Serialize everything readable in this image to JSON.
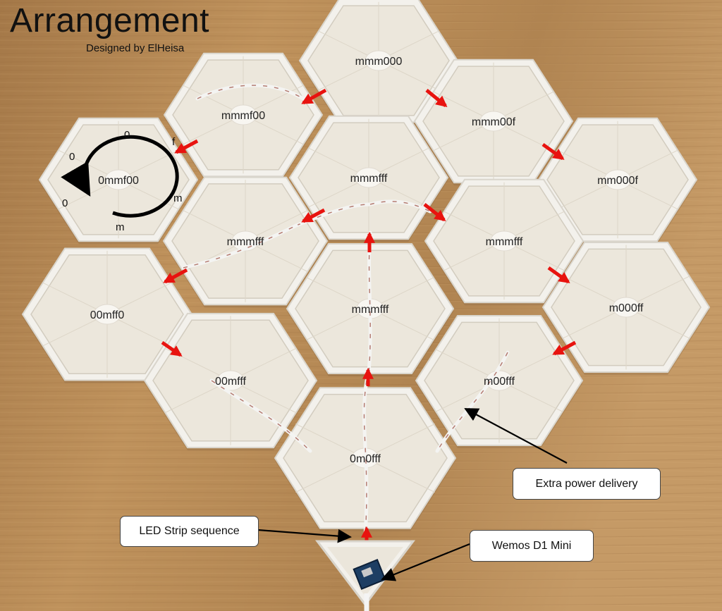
{
  "title": "Arrangement",
  "subtitle": "Designed by ElHeisa",
  "hexes": [
    {
      "id": "top",
      "label": "mmm000"
    },
    {
      "id": "upper-left",
      "label": "mmmf00"
    },
    {
      "id": "left-top",
      "label": "0mmf00"
    },
    {
      "id": "upper-right",
      "label": "mmm00f"
    },
    {
      "id": "right-top",
      "label": "mm000f"
    },
    {
      "id": "center-top",
      "label": "mmmfff"
    },
    {
      "id": "left-mid",
      "label": "mmmfff"
    },
    {
      "id": "right-mid",
      "label": "mmmfff"
    },
    {
      "id": "far-left",
      "label": "00mff0"
    },
    {
      "id": "center",
      "label": "mmmfff"
    },
    {
      "id": "far-right",
      "label": "m000ff"
    },
    {
      "id": "lower-left",
      "label": "00mfff"
    },
    {
      "id": "lower-right",
      "label": "m00fff"
    },
    {
      "id": "bottom",
      "label": "0m0fff"
    }
  ],
  "segment_labels": [
    "0",
    "f",
    "0",
    "m",
    "0",
    "m"
  ],
  "callouts": {
    "power": "Extra power delivery",
    "sequence": "LED Strip sequence",
    "controller": "Wemos D1 Mini"
  },
  "colors": {
    "background": "#b58a55",
    "tile_frame": "#f3f1ec",
    "tile_inner": "#ece7dc",
    "arrow": "#e8130f",
    "circle": "#000000"
  }
}
